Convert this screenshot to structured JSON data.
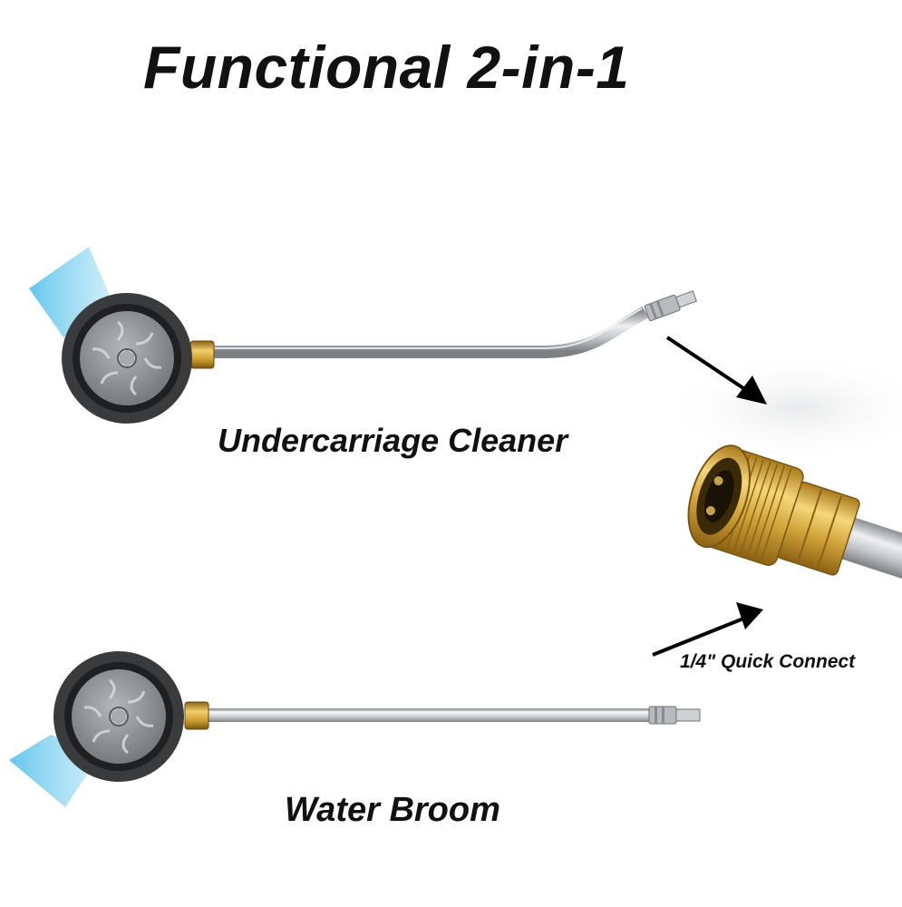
{
  "title": "Functional 2-in-1",
  "products": [
    {
      "label": "Undercarriage Cleaner"
    },
    {
      "label": "Water Broom"
    }
  ],
  "connector": {
    "label": "1/4\" Quick Connect"
  },
  "colors": {
    "background": "#ffffff",
    "text": "#111111",
    "wand_steel": "#bfc2c5",
    "brass": "#c99a2e",
    "cleaner_body": "#3a3b3d",
    "cleaner_plate": "#8a8b8d",
    "water_spray": "#7fd3ee"
  }
}
